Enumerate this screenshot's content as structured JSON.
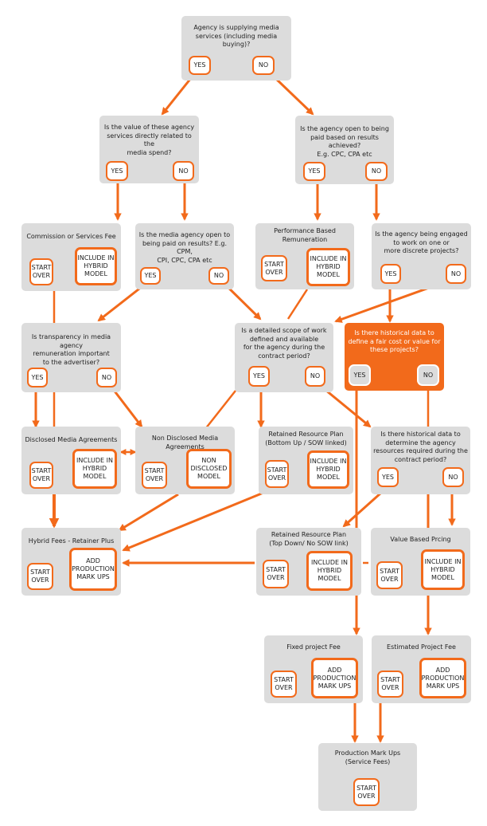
{
  "colors": {
    "accent": "#f26a1b",
    "box": "#dcdcdc",
    "text": "#222222"
  },
  "nodes": {
    "q1": {
      "text": "Agency is supplying media\nservices (including media buying)?",
      "yes": "YES",
      "no": "NO"
    },
    "q2": {
      "text": "Is the value of these agency\nservices directly related to the\nmedia spend?",
      "yes": "YES",
      "no": "NO"
    },
    "q3": {
      "text": "Is the agency open to being\npaid based on results achieved?\nE.g. CPC, CPA etc",
      "yes": "YES",
      "no": "NO"
    },
    "r_commission": {
      "title": "Commission or Services Fee",
      "start": "START\nOVER",
      "include": "INCLUDE IN\nHYBRID\nMODEL"
    },
    "q4": {
      "text": "Is the media agency open to\nbeing paid on results? E.g. CPM,\nCPI, CPC, CPA etc",
      "yes": "YES",
      "no": "NO"
    },
    "r_performance": {
      "title": "Performance Based\nRemuneration",
      "start": "START\nOVER",
      "include": "INCLUDE IN\nHYBRID\nMODEL"
    },
    "q5": {
      "text": "Is the agency being engaged\nto work on one or\nmore discrete projects?",
      "yes": "YES",
      "no": "NO"
    },
    "q6": {
      "text": "Is transparency in media agency\nremuneration important\nto the advertiser?",
      "yes": "YES",
      "no": "NO"
    },
    "q7": {
      "text": "Is a detailed scope of work\ndefined and available\nfor the agency during the\ncontract period?",
      "yes": "YES",
      "no": "NO"
    },
    "q8": {
      "text": "Is there historical data to\ndefine a fair cost or value for\nthese projects?",
      "yes": "YES",
      "no": "NO"
    },
    "r_disclosed": {
      "title": "Disclosed Media Agreements",
      "start": "START\nOVER",
      "include": "INCLUDE IN\nHYBRID\nMODEL"
    },
    "r_nondisclosed": {
      "title": "Non Disclosed Media Agreements",
      "start": "START\nOVER",
      "include": "NON\nDISCLOSED\nMODEL"
    },
    "r_retained_bottom": {
      "title": "Retained Resource Plan\n(Bottom Up / SOW linked)",
      "start": "START\nOVER",
      "include": "INCLUDE IN\nHYBRID\nMODEL"
    },
    "q9": {
      "text": "Is there historical data to\ndetermine the agency\nresources required during the\ncontract period?",
      "yes": "YES",
      "no": "NO"
    },
    "r_hybrid": {
      "title": "Hybrid Fees - Retainer Plus",
      "start": "START\nOVER",
      "include": "ADD\nPRODUCTION\nMARK UPS"
    },
    "r_retained_top": {
      "title": "Retained Resource Plan\n(Top Down/ No SOW link)",
      "start": "START\nOVER",
      "include": "INCLUDE IN\nHYBRID\nMODEL"
    },
    "r_value": {
      "title": "Value Based Prcing",
      "start": "START\nOVER",
      "include": "INCLUDE IN\nHYBRID\nMODEL"
    },
    "r_fixed": {
      "title": "Fixed project Fee",
      "start": "START\nOVER",
      "include": "ADD\nPRODUCTION\nMARK UPS"
    },
    "r_estimated": {
      "title": "Estimated Project Fee",
      "start": "START\nOVER",
      "include": "ADD\nPRODUCTION\nMARK UPS"
    },
    "r_production": {
      "title": "Production Mark Ups\n(Service Fees)",
      "start": "START\nOVER"
    }
  }
}
